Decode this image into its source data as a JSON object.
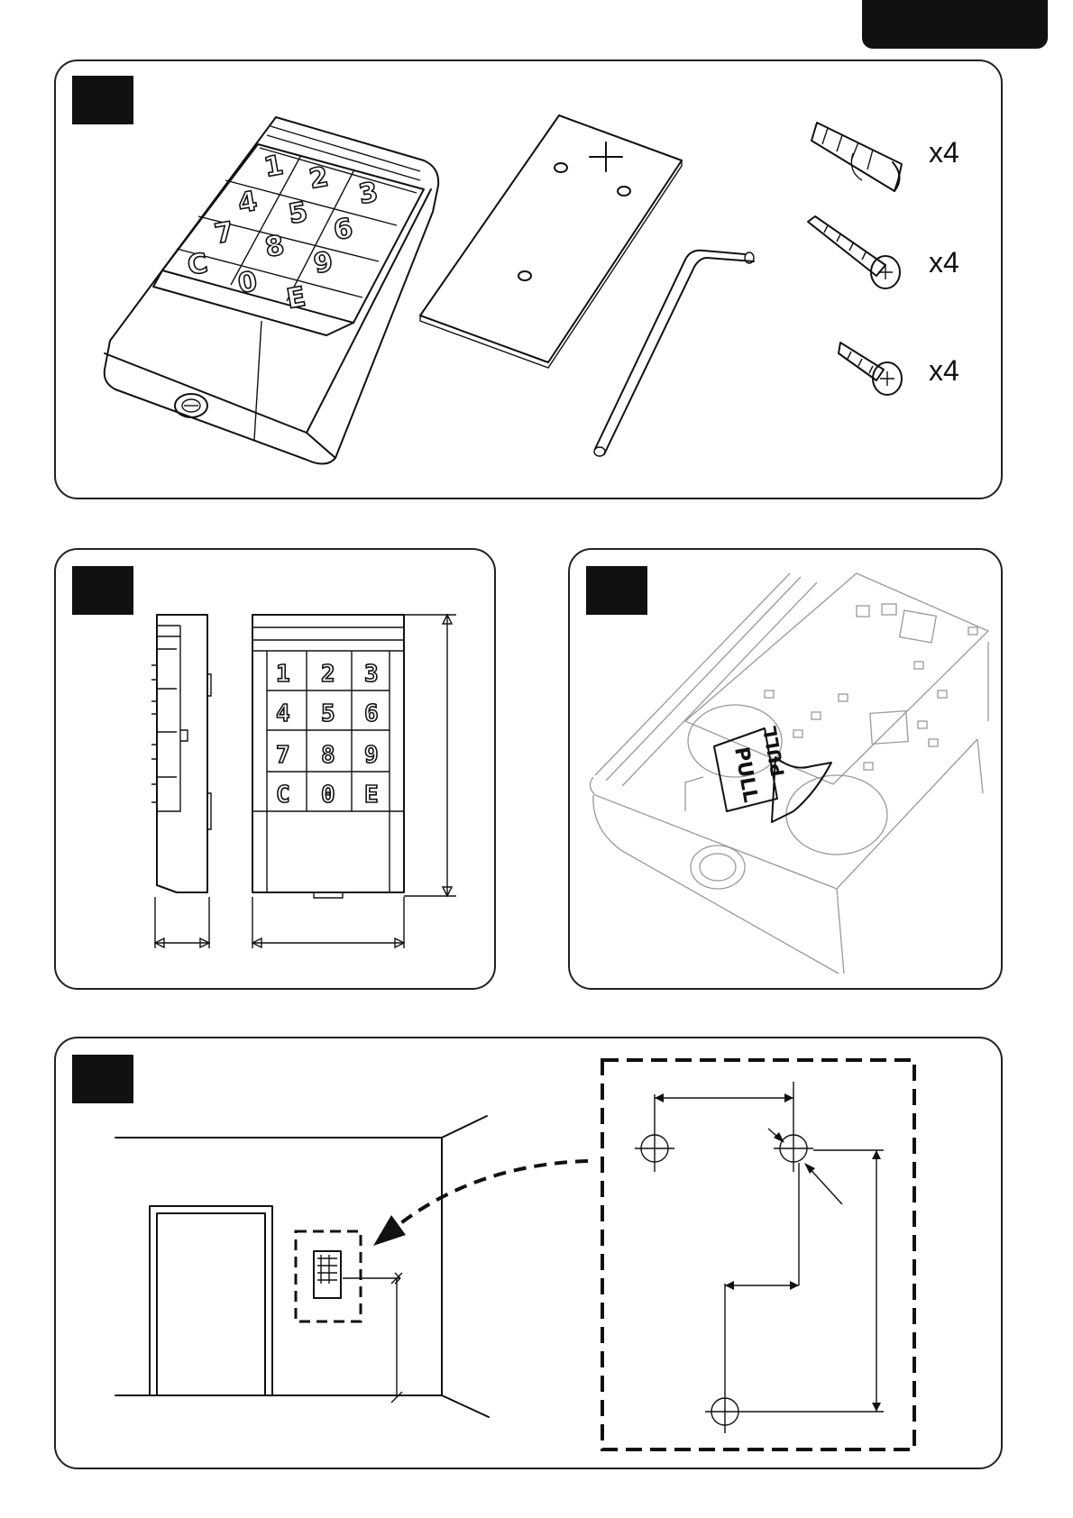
{
  "panel1": {
    "quantities": [
      {
        "item": "wall-plug",
        "label": "x4"
      },
      {
        "item": "screw-long",
        "label": "x4"
      },
      {
        "item": "screw-short",
        "label": "x4"
      }
    ],
    "keypad_keys": [
      "1",
      "2",
      "3",
      "4",
      "5",
      "6",
      "7",
      "8",
      "9",
      "C",
      "0",
      "E"
    ]
  },
  "panel2": {
    "keypad_keys": [
      "1",
      "2",
      "3",
      "4",
      "5",
      "6",
      "7",
      "8",
      "9",
      "C",
      "0",
      "E"
    ]
  },
  "panel3": {
    "tab_labels": [
      "PULL",
      "PULL"
    ]
  },
  "icons": [
    "lock-cylinder-icon",
    "arrow-icon",
    "drill-hole-icon"
  ],
  "colors": {
    "ink": "#111111",
    "panel_border": "#222222",
    "background": "#ffffff"
  }
}
